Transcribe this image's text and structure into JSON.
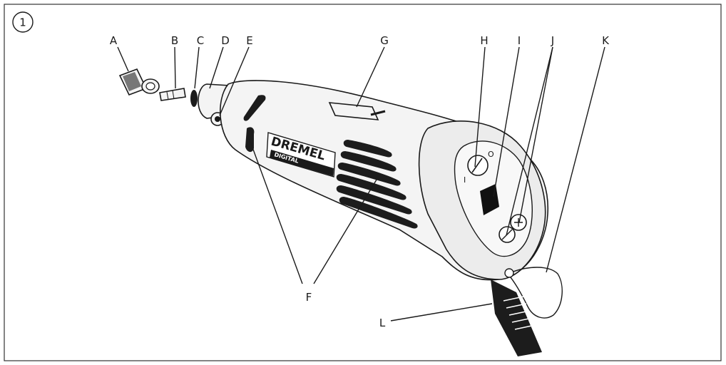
{
  "figure": {
    "number": "1",
    "brand_logo": "DREMEL",
    "brand_sub": "DIGITAL"
  },
  "callouts": [
    {
      "id": "A",
      "label": "A"
    },
    {
      "id": "B",
      "label": "B"
    },
    {
      "id": "C",
      "label": "C"
    },
    {
      "id": "D",
      "label": "D"
    },
    {
      "id": "E",
      "label": "E"
    },
    {
      "id": "F",
      "label": "F"
    },
    {
      "id": "G",
      "label": "G"
    },
    {
      "id": "H",
      "label": "H"
    },
    {
      "id": "I",
      "label": "I"
    },
    {
      "id": "J",
      "label": "J"
    },
    {
      "id": "K",
      "label": "K"
    },
    {
      "id": "L",
      "label": "L"
    }
  ],
  "switch_marks": {
    "on": "I",
    "off": "O"
  },
  "colors": {
    "stroke": "#1a1a1a",
    "body": "#f4f4f4",
    "dark": "#1c1c1c"
  }
}
